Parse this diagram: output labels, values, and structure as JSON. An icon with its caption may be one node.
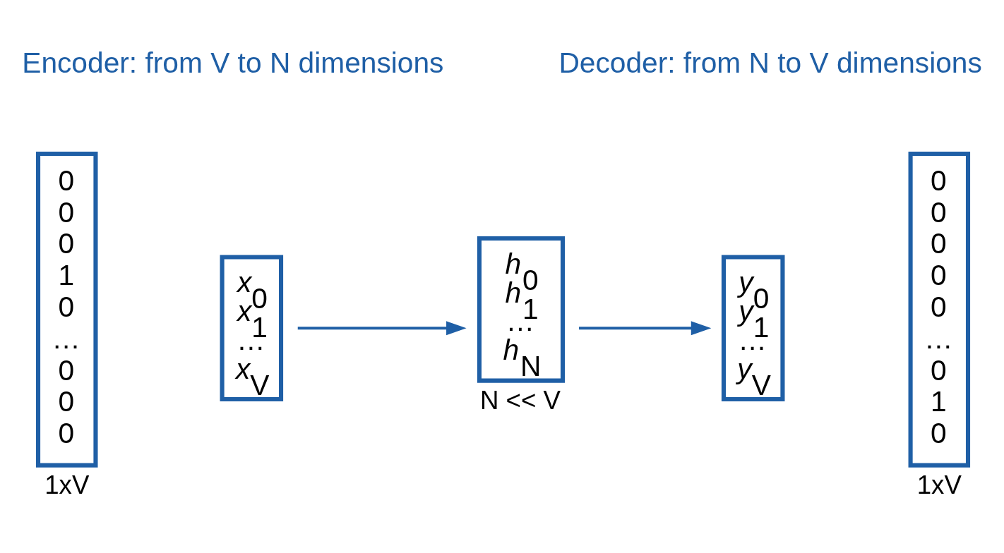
{
  "diagram": {
    "nodes": [
      {
        "text": [
          "0",
          "0",
          "0",
          "1",
          "0",
          "…",
          "0",
          "0",
          "0"
        ],
        "beside": [
          "1xV"
        ]
      },
      {
        "text": [
          "*x*$_{0}$",
          "*x*$_{1}$",
          "…",
          "*x*$_{V}$"
        ]
      },
      {
        "text": [
          "*h*$_{0}$",
          "*h*$_{1}$",
          "…",
          "*h*$_{N}$"
        ],
        "beside": [
          "N << V"
        ]
      },
      {
        "text": [
          "*y*$_{0}$",
          "*y*$_{1}$",
          "…",
          "*y*$_{V}$"
        ]
      },
      {
        "text": [
          "0",
          "0",
          "0",
          "0",
          "0",
          "…",
          "0",
          "1",
          "0"
        ],
        "beside": [
          "1xV"
        ]
      }
    ],
    "edges": [
      {
        "from": 1,
        "to": 2,
        "arrow": "to"
      },
      {
        "from": 2,
        "to": 3,
        "arrow": "to"
      }
    ],
    "labels": [
      "Encoder: from V to N dimensions",
      "Decoder: from N to V dimensions"
    ]
  }
}
